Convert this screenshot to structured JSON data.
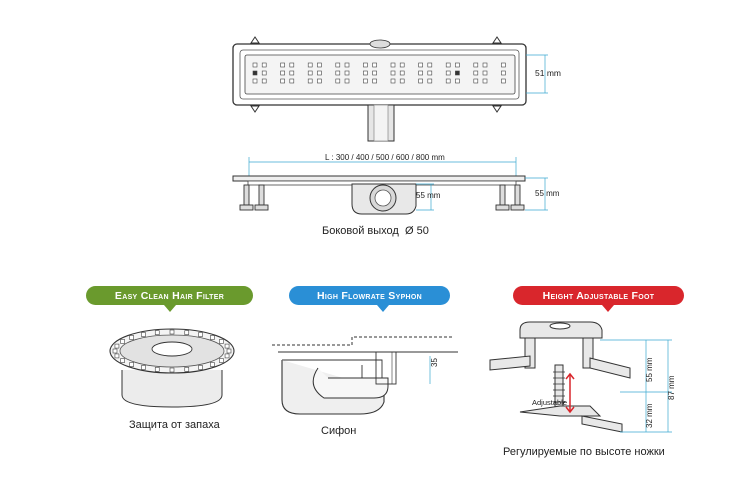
{
  "top_view": {
    "dim_width": "51 mm"
  },
  "side_view": {
    "length_label": "L : 300 / 400 / 500 / 600 / 800 mm",
    "dim_outlet": "55 mm",
    "dim_feet": "55 mm",
    "caption": "Боковой выход  Ø 50"
  },
  "features": [
    {
      "title": "Easy Clean Hair Filter",
      "color": "#6a9a2d",
      "caption": "Защита от запаха"
    },
    {
      "title": "High Flowrate Syphon",
      "color": "#2a8fd6",
      "caption": "Сифон",
      "dim": "35"
    },
    {
      "title": "Height Adjustable Foot",
      "color": "#d9262c",
      "caption": "Регулируемые по высоте ножки",
      "adjustable": "Adjustable",
      "dim_a": "55 mm",
      "dim_b": "32 mm",
      "dim_c": "87 mm"
    }
  ]
}
